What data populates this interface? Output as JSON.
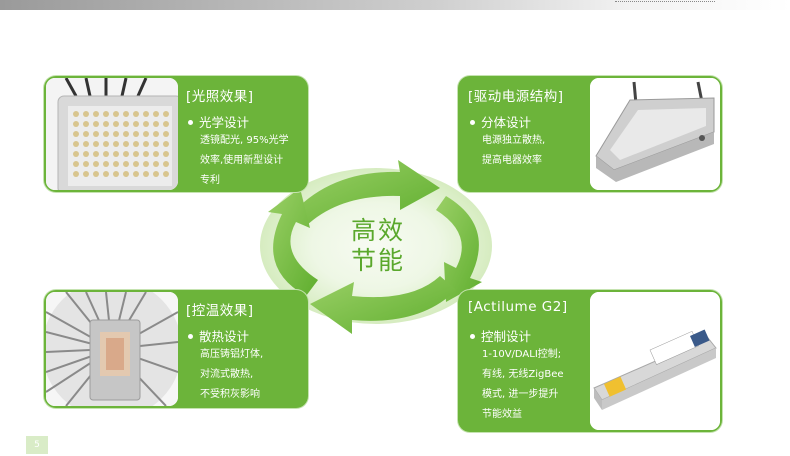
{
  "cards": [
    {
      "title": "[光照效果]",
      "bullet": "光学设计",
      "lines": [
        "透镜配光, 95%光学",
        "效率,使用新型设计",
        "专利"
      ],
      "image": "led-array-luminaire-photo"
    },
    {
      "title": "[驱动电源结构]",
      "bullet": "分体设计",
      "lines": [
        "电源独立散热,",
        "提高电器效率"
      ],
      "image": "separate-driver-housing-photo"
    },
    {
      "title": "[控温效果]",
      "bullet": "散热设计",
      "lines": [
        "高压铸铝灯体,",
        "对流式散热,",
        "不受积灰影响"
      ],
      "image": "heat-sink-fins-photo"
    },
    {
      "title": "[Actilume G2]",
      "bullet": "控制设计",
      "lines": [
        "1-10V/DALI控制;",
        "有线, 无线ZigBee",
        "模式, 进一步提升",
        "节能效益"
      ],
      "image": "led-driver-module-photo"
    }
  ],
  "center": {
    "line1": "高效",
    "line2": "节能"
  },
  "page_number": "5",
  "colors": {
    "card_green": "#6cb43a",
    "cycle_green": "#7ec347",
    "text_green": "#5aa82c"
  }
}
